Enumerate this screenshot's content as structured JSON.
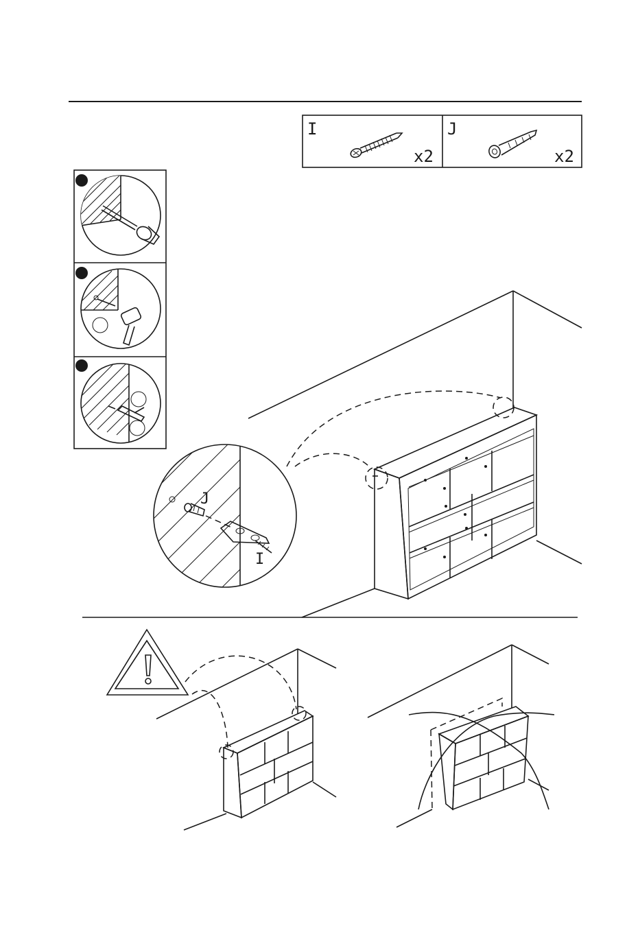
{
  "parts": [
    {
      "letter": "I",
      "quantity": "x2",
      "icon": "screw-icon"
    },
    {
      "letter": "J",
      "quantity": "x2",
      "icon": "wall-plug-icon"
    }
  ],
  "steps": [
    {
      "icon": "drill-icon"
    },
    {
      "icon": "hammer-icon"
    },
    {
      "icon": "bracket-icon"
    }
  ],
  "detail_labels": {
    "plug": "J",
    "screw": "I"
  },
  "icons": [
    "warning-icon",
    "shelf-unit-icon",
    "tipping-shelf-icon"
  ]
}
